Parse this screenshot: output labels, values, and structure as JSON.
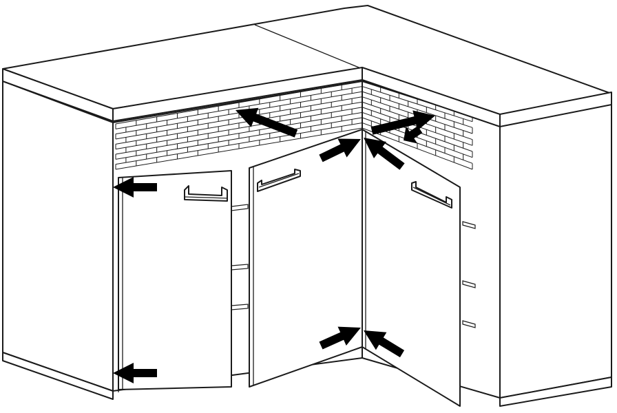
{
  "diagram": {
    "subject": "corner-cabinet-assembly",
    "line_color": "#1a1a1a",
    "fill_color": "#ffffff",
    "arrow_color": "#000000",
    "arrow_count": 9,
    "door_count": 3,
    "handle_count": 3
  }
}
